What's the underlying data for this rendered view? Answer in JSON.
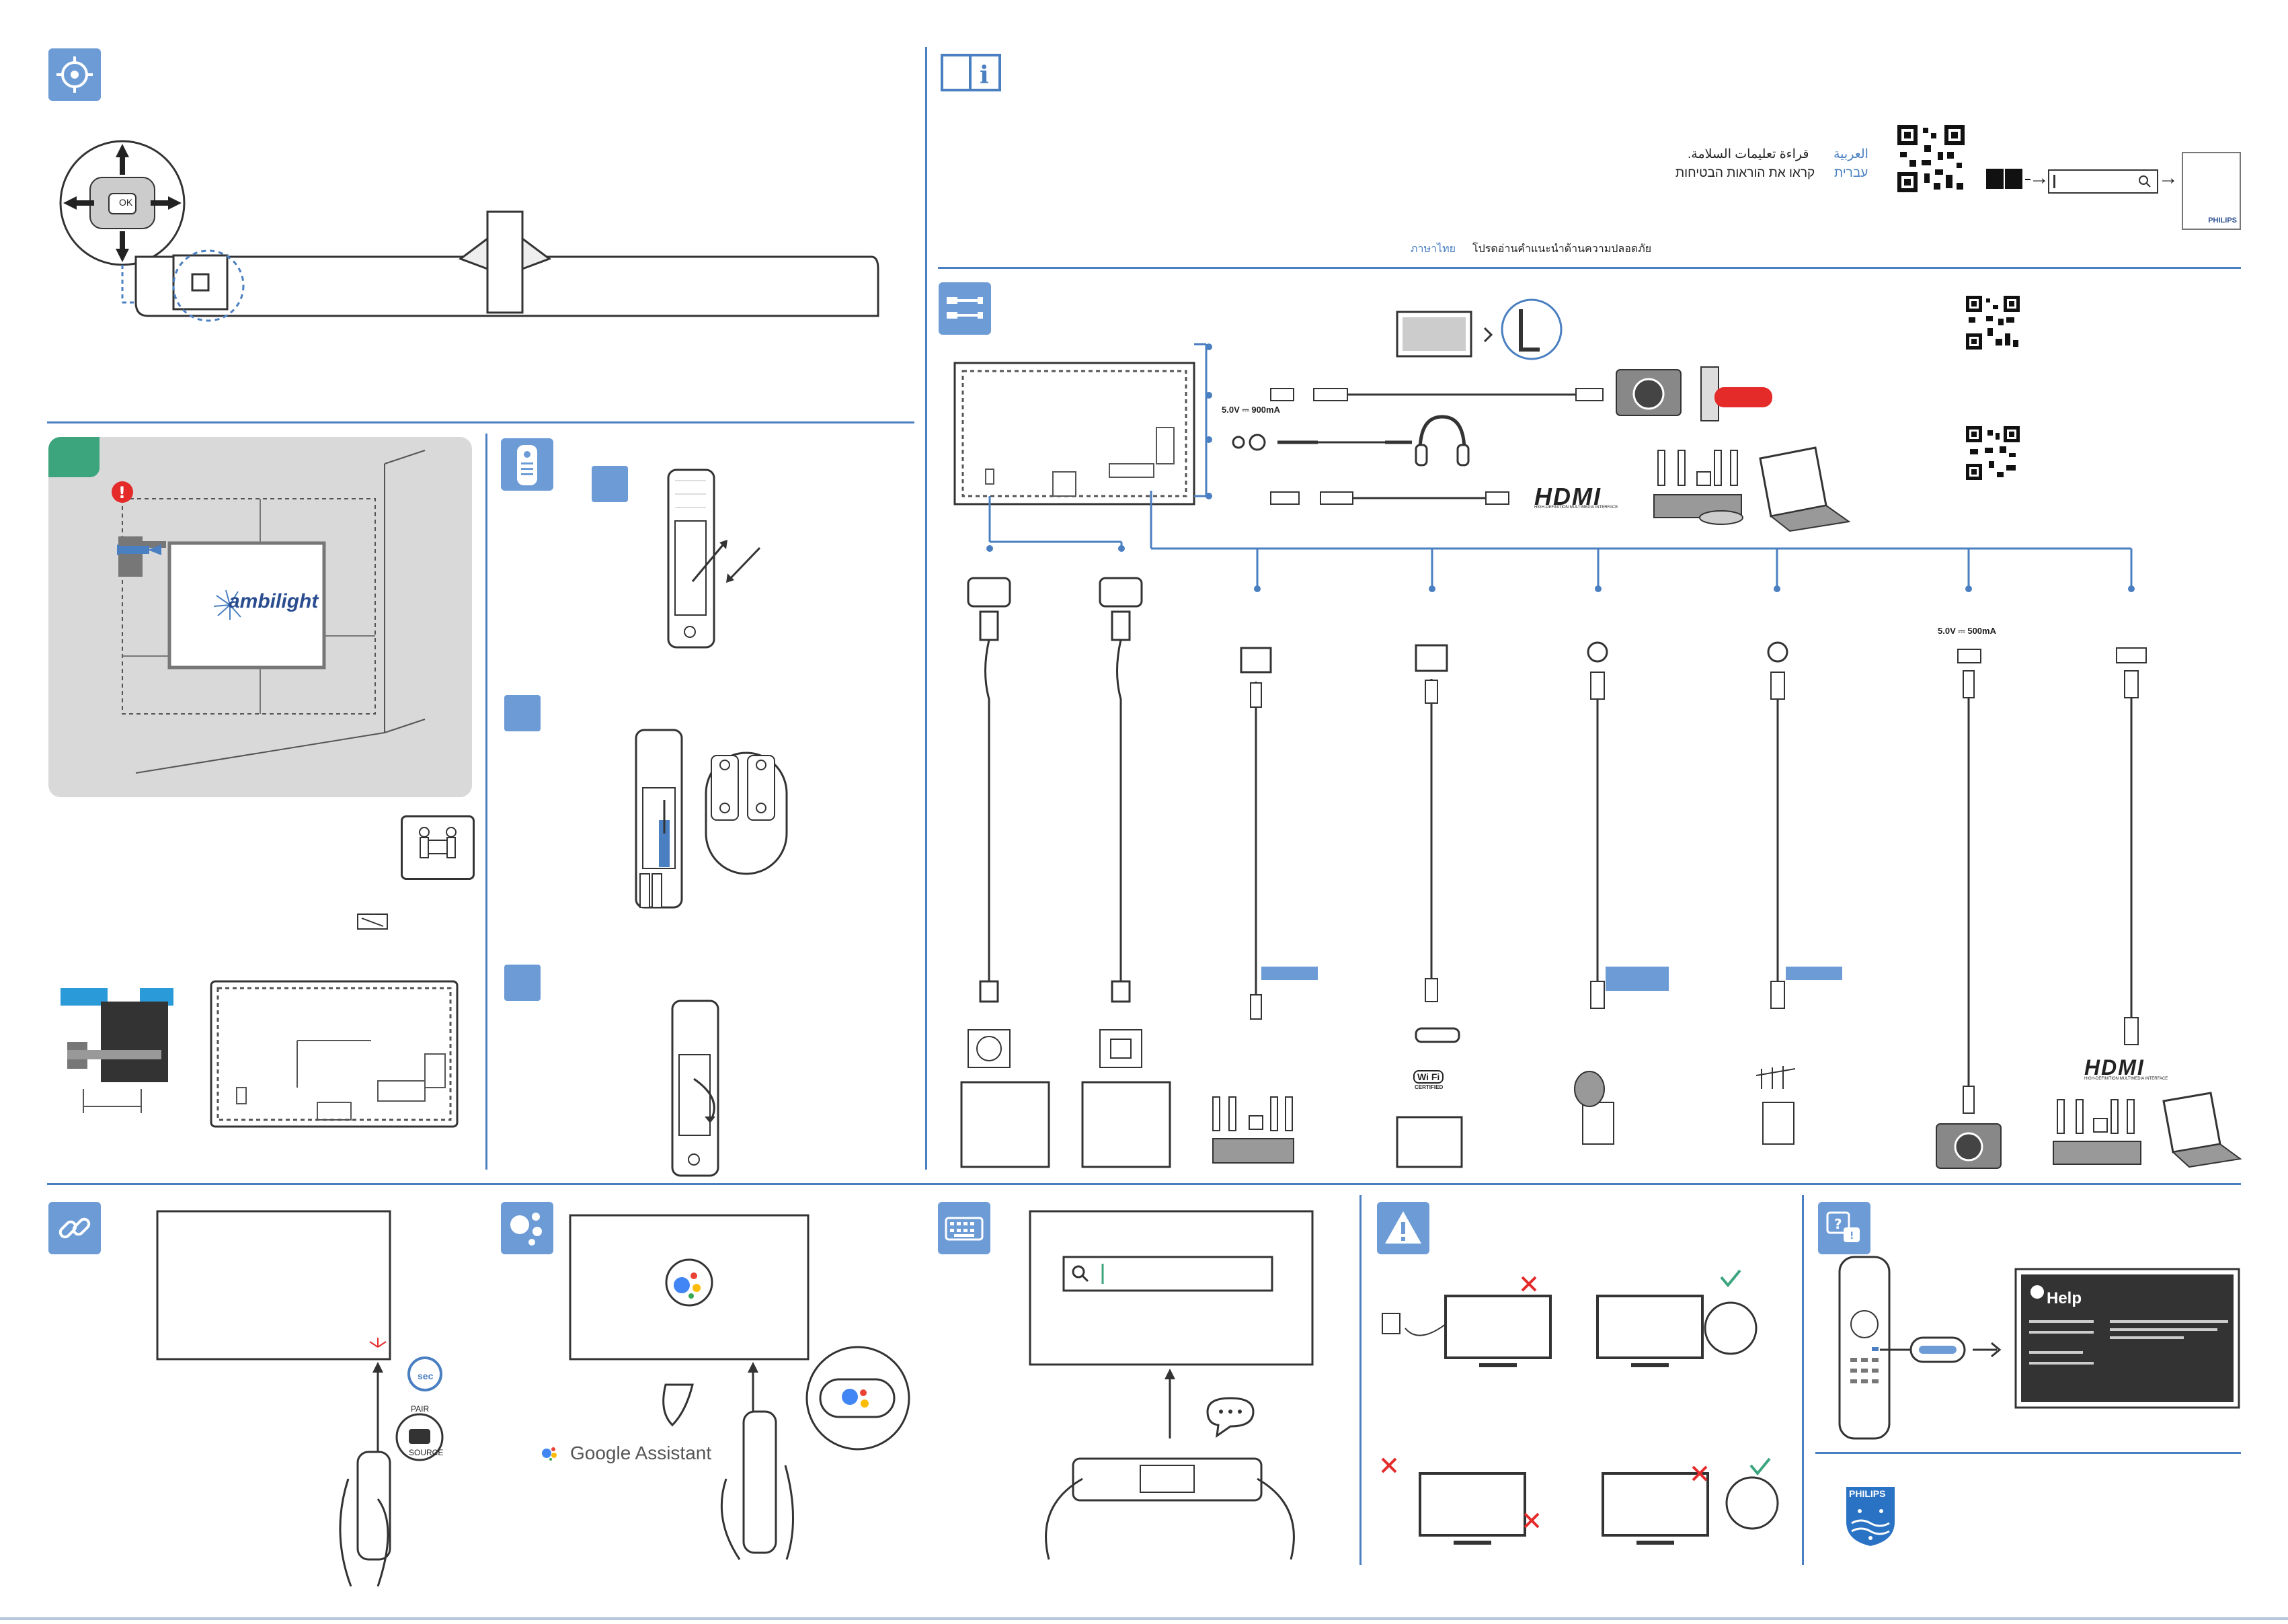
{
  "safety": {
    "arabic_label": "العربية",
    "arabic_text": "قراءة تعليمات السلامة.",
    "hebrew_label": "עברית",
    "hebrew_text": "קראו את הוראות הבטיחות",
    "thai_label": "ภาษาไทย",
    "thai_text": "โปรดอ่านคำแนะนำด้านความปลอดภัย",
    "brand_small": "PHILIPS"
  },
  "connections": {
    "usb_rating": "5.0V ⎓ 900mA",
    "usb_rating_bottom": "5.0V ⎓ 500mA",
    "hdmi_logo": "HDMI",
    "hdmi_sub": "HIGH-DEFINITION MULTIMEDIA INTERFACE",
    "wifi_label": "Wi Fi",
    "wifi_sub": "CERTIFIED"
  },
  "wall_mount": {
    "ambilight": "ambilight"
  },
  "remote_pair": {
    "pair_label": "PAIR",
    "source_label": "SOURCE",
    "sec_label": "sec"
  },
  "assistant": {
    "label": "Google Assistant"
  },
  "help": {
    "title": "Help"
  },
  "brand": {
    "name": "PHILIPS"
  },
  "joystick": {
    "ok_label": "OK"
  }
}
